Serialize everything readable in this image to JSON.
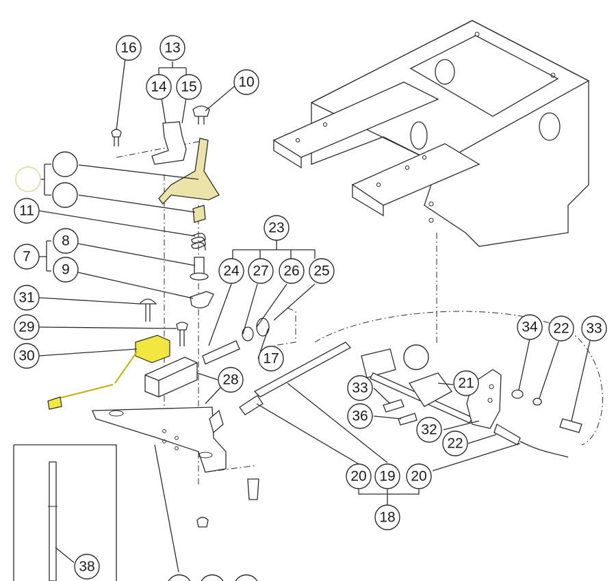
{
  "callouts": [
    "16",
    "13",
    "14",
    "15",
    "10",
    "11",
    "7",
    "8",
    "9",
    "31",
    "29",
    "30",
    "23",
    "24",
    "27",
    "26",
    "25",
    "17",
    "28",
    "34",
    "22",
    "33",
    "21",
    "33",
    "36",
    "32",
    "22",
    "20",
    "19",
    "20",
    "18",
    "38",
    "",
    "",
    ""
  ],
  "colors": {
    "line": "#2a2a2a",
    "highlight_yellow": "#f2e640",
    "highlight_part": "#ebe3a8",
    "background": "#ffffff"
  }
}
